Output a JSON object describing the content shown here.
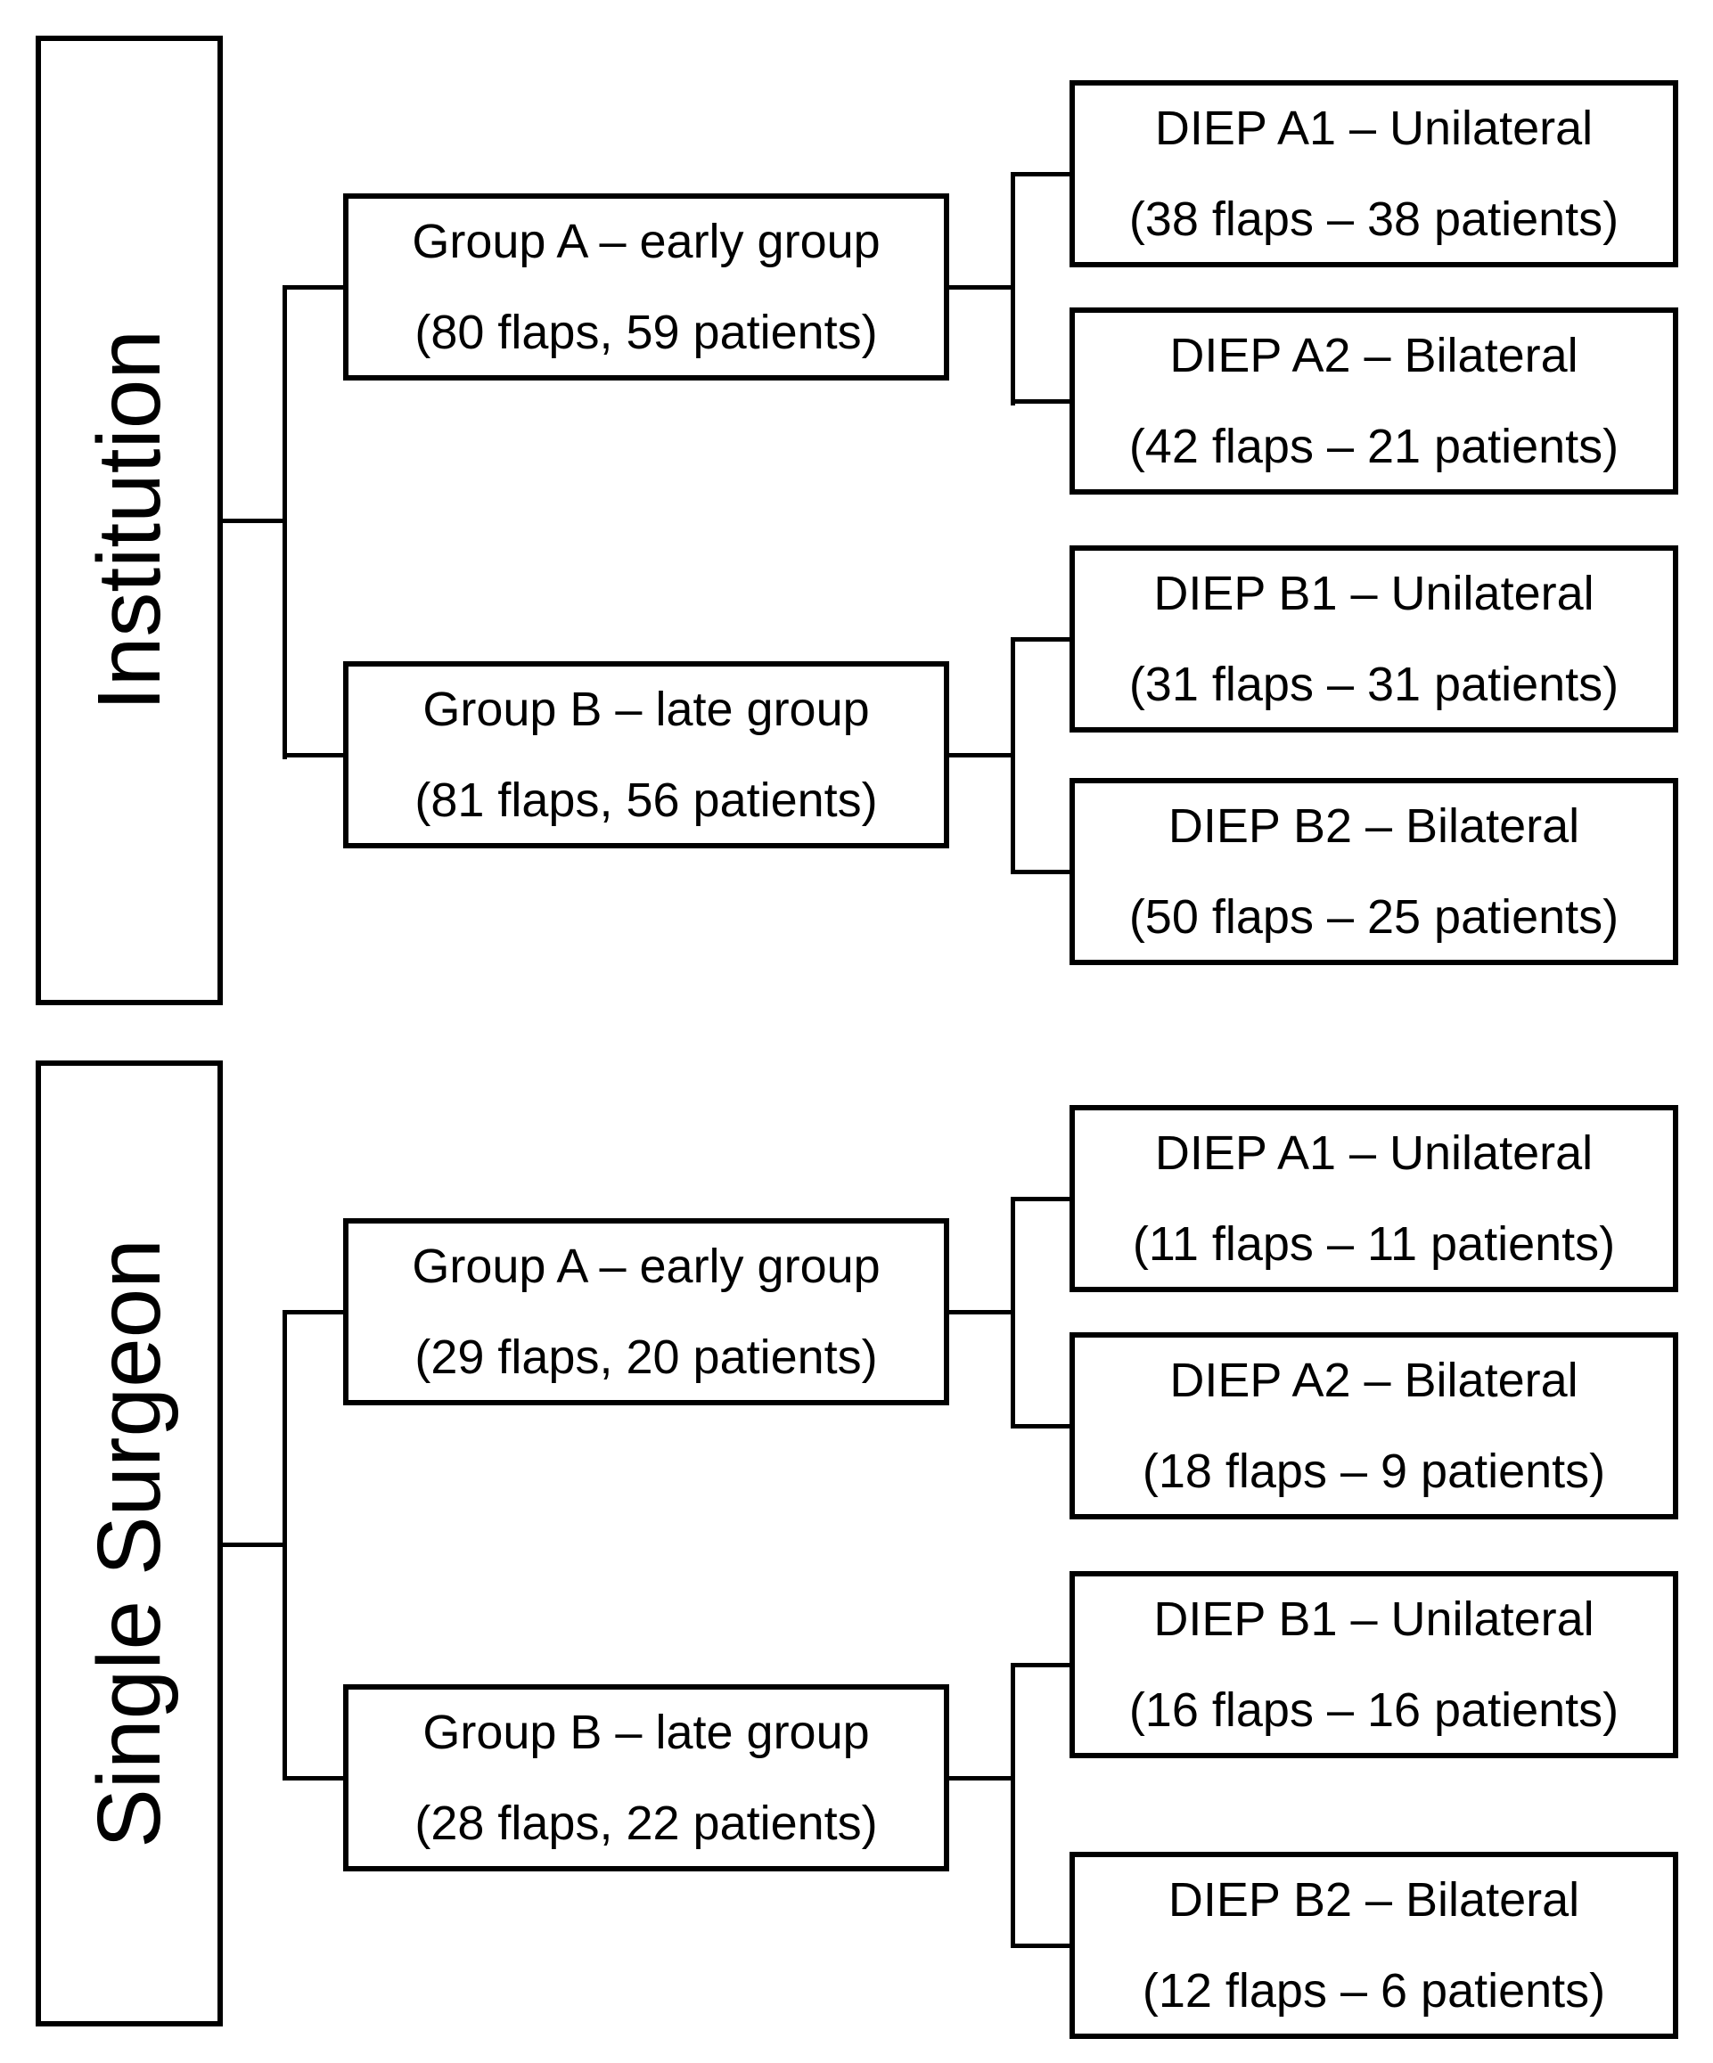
{
  "colors": {
    "line": "#000000",
    "background": "#ffffff"
  },
  "trees": [
    {
      "root_label": "Institution",
      "group_a": {
        "line1": "Group A – early group",
        "line2": "(80 flaps, 59 patients)"
      },
      "group_b": {
        "line1": "Group B – late group",
        "line2": "(81 flaps, 56 patients)"
      },
      "diep_a1": {
        "line1": "DIEP A1 – Unilateral",
        "line2": "(38 flaps – 38 patients)"
      },
      "diep_a2": {
        "line1": "DIEP A2 – Bilateral",
        "line2": "(42 flaps – 21 patients)"
      },
      "diep_b1": {
        "line1": "DIEP B1 – Unilateral",
        "line2": "(31 flaps – 31 patients)"
      },
      "diep_b2": {
        "line1": "DIEP B2 – Bilateral",
        "line2": "(50 flaps – 25 patients)"
      }
    },
    {
      "root_label": "Single Surgeon",
      "group_a": {
        "line1": "Group A – early group",
        "line2": "(29 flaps, 20 patients)"
      },
      "group_b": {
        "line1": "Group B – late group",
        "line2": "(28 flaps, 22 patients)"
      },
      "diep_a1": {
        "line1": "DIEP A1 – Unilateral",
        "line2": "(11 flaps – 11 patients)"
      },
      "diep_a2": {
        "line1": "DIEP A2 – Bilateral",
        "line2": "(18 flaps – 9 patients)"
      },
      "diep_b1": {
        "line1": "DIEP B1 – Unilateral",
        "line2": "(16 flaps – 16 patients)"
      },
      "diep_b2": {
        "line1": "DIEP B2 – Bilateral",
        "line2": "(12 flaps – 6 patients)"
      }
    }
  ]
}
